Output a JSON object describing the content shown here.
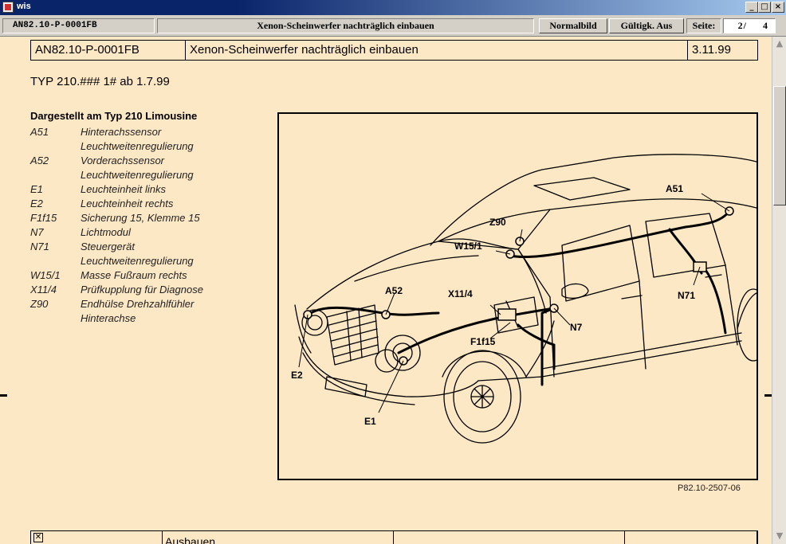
{
  "window": {
    "title": "wis",
    "minimize": "_",
    "maximize": "□",
    "close": "×"
  },
  "toolbar": {
    "doc_id": "AN82.10-P-0001FB",
    "doc_title": "Xenon-Scheinwerfer nachträglich einbauen",
    "normalbild_label": "Normalbild",
    "gueltigk_label": "Gültigk. Aus",
    "seite_label": "Seite:",
    "page_current": "2/",
    "page_total": "4"
  },
  "document": {
    "header": {
      "id": "AN82.10-P-0001FB",
      "title": "Xenon-Scheinwerfer nachträglich einbauen",
      "date": "3.11.99"
    },
    "typ_line": "TYP  210.### 1# ab 1.7.99",
    "legend_title": "Dargestellt am Typ 210 Limousine",
    "legend": [
      {
        "code": "A51",
        "desc": "Hinterachssensor"
      },
      {
        "code": "",
        "desc": "Leuchtweitenregulierung"
      },
      {
        "code": "A52",
        "desc": "Vorderachssensor"
      },
      {
        "code": "",
        "desc": "Leuchtweitenregulierung"
      },
      {
        "code": "E1",
        "desc": "Leuchteinheit links"
      },
      {
        "code": "E2",
        "desc": "Leuchteinheit rechts"
      },
      {
        "code": "F1f15",
        "desc": "Sicherung 15, Klemme 15"
      },
      {
        "code": "N7",
        "desc": "Lichtmodul"
      },
      {
        "code": "N71",
        "desc": "Steuergerät"
      },
      {
        "code": "",
        "desc": "Leuchtweitenregulierung"
      },
      {
        "code": "W15/1",
        "desc": "Masse Fußraum rechts"
      },
      {
        "code": "X11/4",
        "desc": "Prüfkupplung für Diagnose"
      },
      {
        "code": "Z90",
        "desc": "Endhülse Drehzahlfühler"
      },
      {
        "code": "",
        "desc": "Hinterachse"
      }
    ],
    "figure_labels": {
      "a51": "A51",
      "z90": "Z90",
      "w15_1": "W15/1",
      "a52": "A52",
      "x11_4": "X11/4",
      "n71": "N71",
      "n7": "N7",
      "f1f15": "F1f15",
      "e2": "E2",
      "e1": "E1"
    },
    "figure_ref": "P82.10-2507-06",
    "bottom_row_text": "Ausbauen"
  },
  "scrollbar": {
    "up": "▲",
    "down": "▼"
  },
  "colors": {
    "page_bg": "#fde8c6",
    "titlebar": "#0a246a",
    "chrome": "#d4d0c8"
  }
}
